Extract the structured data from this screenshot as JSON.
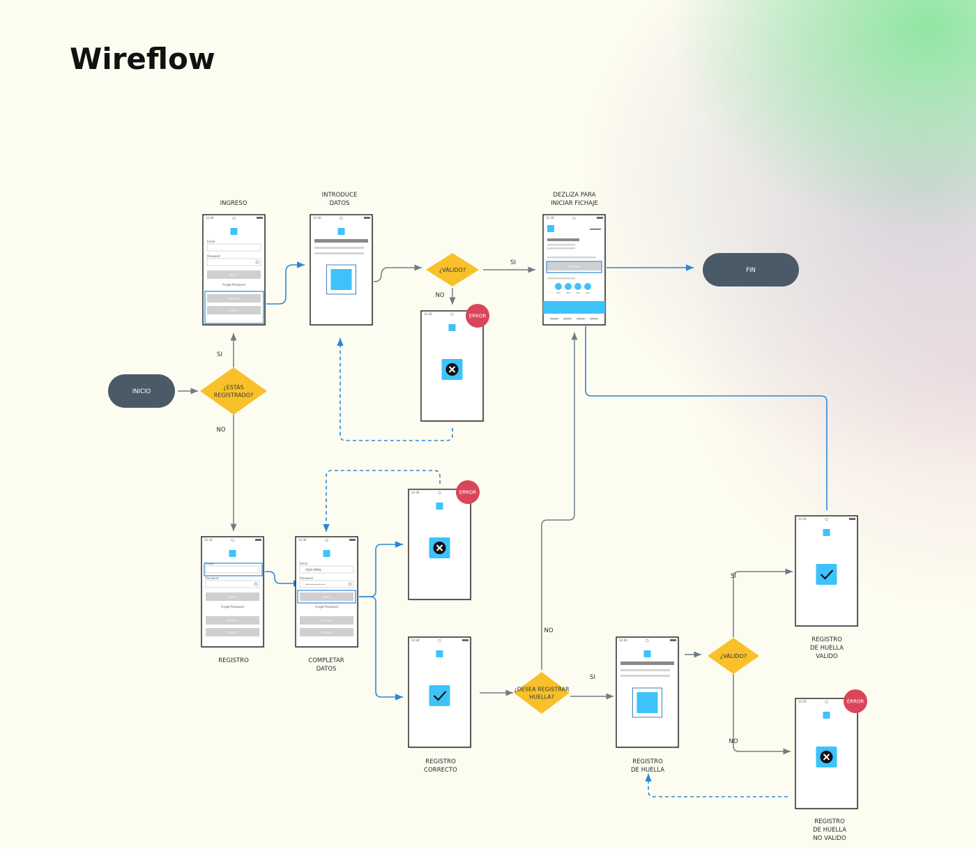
{
  "page_title": "Wireflow",
  "terminals": {
    "start": "INICIO",
    "end": "FIN"
  },
  "decisions": {
    "registered": [
      "¿ESTÁS",
      "REGISTRADO?"
    ],
    "valid_login": "¿VÁLIDO?",
    "want_fingerprint": [
      "¿DESEA REGISTRAR",
      "HUELLA?"
    ],
    "valid_fingerprint": "¿VÁLIDO?"
  },
  "edge_labels": {
    "yes": "SI",
    "no": "NO"
  },
  "screen_labels": {
    "ingreso": "INGRESO",
    "introduce": [
      "INTRODUCE",
      "DATOS"
    ],
    "dezliza": [
      "DEZLIZA PARA",
      "INICIAR FICHAJE"
    ],
    "registro": "REGISTRO",
    "completar": [
      "COMPLETAR",
      "DATOS"
    ],
    "correcto": [
      "REGISTRO",
      "CORRECTO"
    ],
    "huella": [
      "REGISTRO",
      "DE HUELLA"
    ],
    "huella_valido": [
      "REGISTRO",
      "DE HUELLA",
      "VALIDO"
    ],
    "huella_no_valido": [
      "REGISTRO",
      "DE HUELLA",
      "NO VALIDO"
    ]
  },
  "error_badge": "ERROR",
  "phone": {
    "status_time": "12:30",
    "email_label": "Email",
    "password_label": "Password",
    "sign_in": "Sign in",
    "forgot": "Forgot Password",
    "google": "GOOGLE",
    "huella": "HUELLA",
    "email_value": "AQUI EMAIL",
    "password_value": "••••••••••••",
    "fichar": "FICHAJE"
  },
  "colors": {
    "accent_blue": "#3ec2fb",
    "flow_blue": "#2a86d8",
    "connector_gray": "#6e7c88",
    "decision_yellow": "#f8c12a",
    "terminal_dark": "#4a5a67",
    "error_red": "#d9455a"
  }
}
